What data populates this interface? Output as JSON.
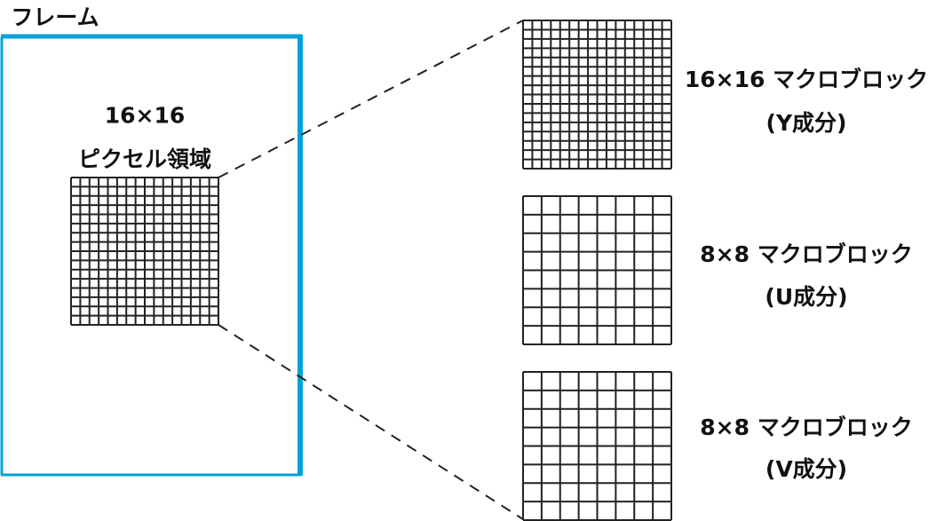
{
  "frame": {
    "label": "フレーム",
    "color": "#00a3d9"
  },
  "pixel_region": {
    "line1": "16×16",
    "line2": "ピクセル領域",
    "cells": 16
  },
  "blocks": [
    {
      "line1": "16×16 マクロブロック",
      "line2": "(Y成分)",
      "cells": 16
    },
    {
      "line1": "8×8 マクロブロック",
      "line2": "(U成分)",
      "cells": 8
    },
    {
      "line1": "8×8 マクロブロック",
      "line2": "(V成分)",
      "cells": 8
    }
  ]
}
